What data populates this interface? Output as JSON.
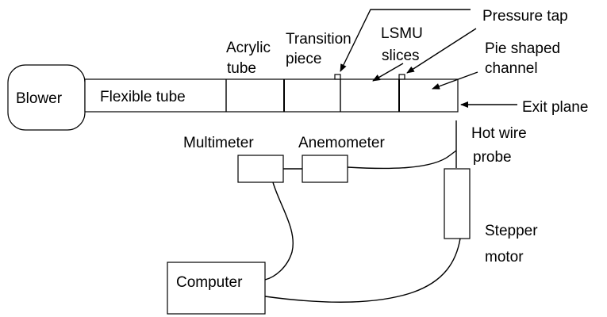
{
  "labels": {
    "blower": "Blower",
    "flexible_tube": "Flexible tube",
    "acrylic_line1": "Acrylic",
    "acrylic_line2": "tube",
    "transition_line1": "Transition",
    "transition_line2": "piece",
    "lsmu_line1": "LSMU",
    "lsmu_line2": "slices",
    "pressure_tap": "Pressure tap",
    "pie_line1": "Pie shaped",
    "pie_line2": "channel",
    "exit_plane": "Exit plane",
    "hotwire_line1": "Hot wire",
    "hotwire_line2": "probe",
    "multimeter": "Multimeter",
    "anemometer": "Anemometer",
    "stepper_line1": "Stepper",
    "stepper_line2": "motor",
    "computer": "Computer"
  }
}
